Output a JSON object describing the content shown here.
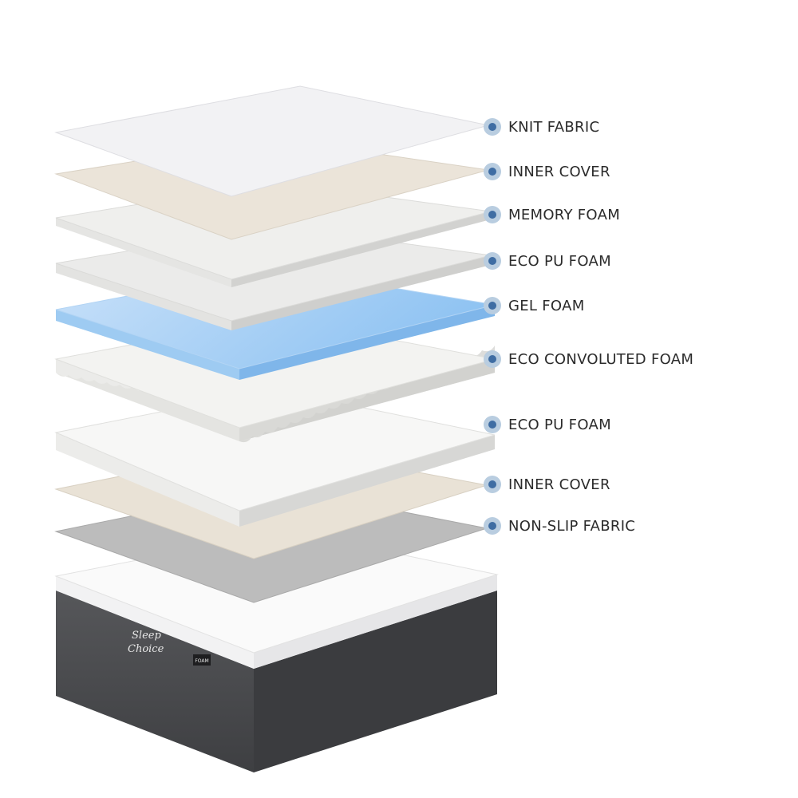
{
  "layers": [
    {
      "label": "KNIT FABRIC",
      "fill": "#f1f1f3"
    },
    {
      "label": "INNER COVER",
      "fill": "#eae3d8"
    },
    {
      "label": "MEMORY FOAM",
      "fill": "#eeeeec"
    },
    {
      "label": "ECO PU FOAM",
      "fill": "#ebebea"
    },
    {
      "label": "GEL FOAM",
      "fill": "#d4e8fb"
    },
    {
      "label": "ECO CONVOLUTED FOAM",
      "fill": "#f3f3f1"
    },
    {
      "label": "ECO PU FOAM",
      "fill": "#f5f5f4"
    },
    {
      "label": "INNER COVER",
      "fill": "#eae3d8"
    },
    {
      "label": "NON-SLIP FABRIC",
      "fill": "#b8b8b8"
    }
  ],
  "colors": {
    "dot_outer": "#b9cde0",
    "dot_inner": "#3f6da3",
    "base_side": "#4a4b4e",
    "base_top": "#f5f5f6"
  },
  "brand": {
    "line1": "Sleep",
    "line2": "Choice",
    "tag": "FOAM"
  }
}
